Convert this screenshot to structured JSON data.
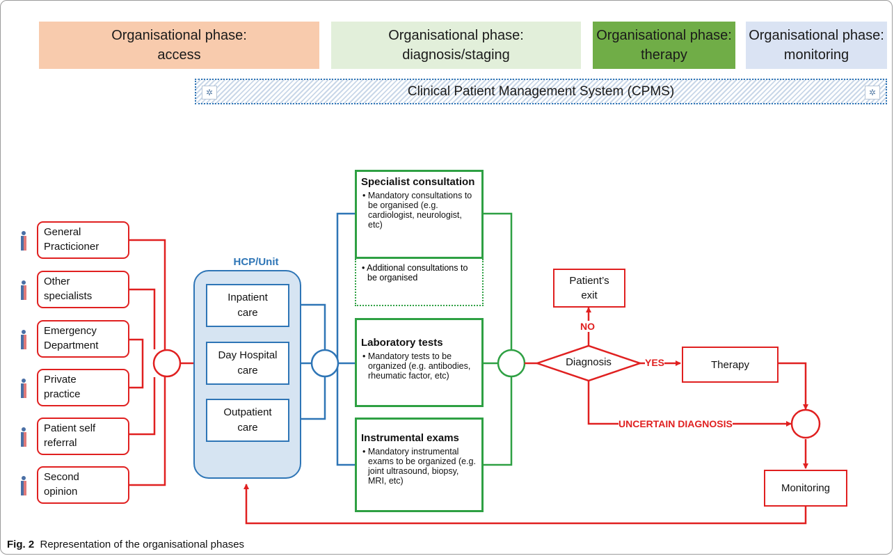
{
  "phases": [
    {
      "label": "Organisational phase:\naccess",
      "color": "#f8cbad"
    },
    {
      "label": "Organisational phase:\ndiagnosis/staging",
      "color": "#e2efda"
    },
    {
      "label": "Organisational phase:\ntherapy",
      "color": "#70ad47"
    },
    {
      "label": "Organisational phase:\nmonitoring",
      "color": "#dae3f3"
    }
  ],
  "cpms": {
    "label": "Clinical Patient Management System (CPMS)"
  },
  "sources": [
    {
      "label": "General\nPracticioner"
    },
    {
      "label": "Other\nspecialists"
    },
    {
      "label": "Emergency\nDepartment"
    },
    {
      "label": "Private\npractice"
    },
    {
      "label": "Patient self\nreferral"
    },
    {
      "label": "Second\nopinion"
    }
  ],
  "hcp": {
    "title": "HCP/Unit",
    "units": [
      {
        "label": "Inpatient\ncare"
      },
      {
        "label": "Day Hospital\ncare"
      },
      {
        "label": "Outpatient\ncare"
      }
    ]
  },
  "specialist": {
    "title": "Specialist consultation",
    "item": "• Mandatory consultations to be organised (e.g. cardiologist, neurologist, etc)",
    "extra": "• Additional consultations to be organised"
  },
  "laboratory": {
    "title": "Laboratory tests",
    "item": "• Mandatory tests to be organized (e.g. antibodies, rheumatic factor, etc)"
  },
  "instrumental": {
    "title": "Instrumental exams",
    "item": "• Mandatory instrumental exams to be organized (e.g. joint ultrasound, biopsy, MRI, etc)"
  },
  "decision": {
    "diagnosis": "Diagnosis",
    "exit": "Patient’s\nexit",
    "therapy": "Therapy",
    "monitoring": "Monitoring",
    "no": "NO",
    "yes": "YES",
    "uncertain": "UNCERTAIN DIAGNOSIS"
  },
  "caption": {
    "label": "Fig. 2",
    "text": "Representation of the organisational phases"
  },
  "colors": {
    "red": "#e02020",
    "blue": "#2e75b6",
    "green": "#2ea043"
  }
}
